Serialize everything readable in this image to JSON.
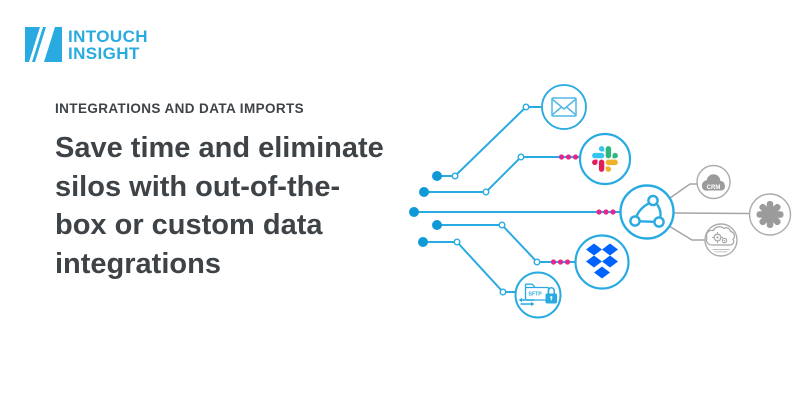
{
  "brand": {
    "name_line1": "INTOUCH",
    "name_line2": "INSIGHT",
    "brand_color": "#29abe2",
    "mark": "intouch-insight-square-slash-mark"
  },
  "hero": {
    "eyebrow": "INTEGRATIONS AND DATA IMPORTS",
    "heading_lines": [
      "Save time and eliminate",
      "silos with out-of-the-",
      "box or custom data",
      "integrations"
    ],
    "heading_full": "Save time and eliminate silos with out-of-the-box or custom data integrations",
    "text_color": "#3e4347"
  },
  "diagram": {
    "colors": {
      "line_blue": "#29abe2",
      "source_dot_blue": "#0f9ad7",
      "accent_pink": "#e6258f",
      "gray": "#9b9b9b",
      "gray_stroke": "#a5a5a5",
      "dropbox_blue": "#0062ff",
      "slack_blue": "#36c5f0",
      "slack_green": "#2eb67d",
      "slack_yellow": "#ecb22c",
      "slack_red": "#e01e5a"
    },
    "icons": [
      "email-envelope-icon",
      "slack-icon",
      "webhook-hub-icon",
      "dropbox-icon",
      "sftp-folder-lock-icon",
      "crm-cloud-icon",
      "zapier-asterisk-icon",
      "custom-cloud-gears-icon"
    ],
    "crm_label": "CRM",
    "sftp_label": "SFTP"
  }
}
